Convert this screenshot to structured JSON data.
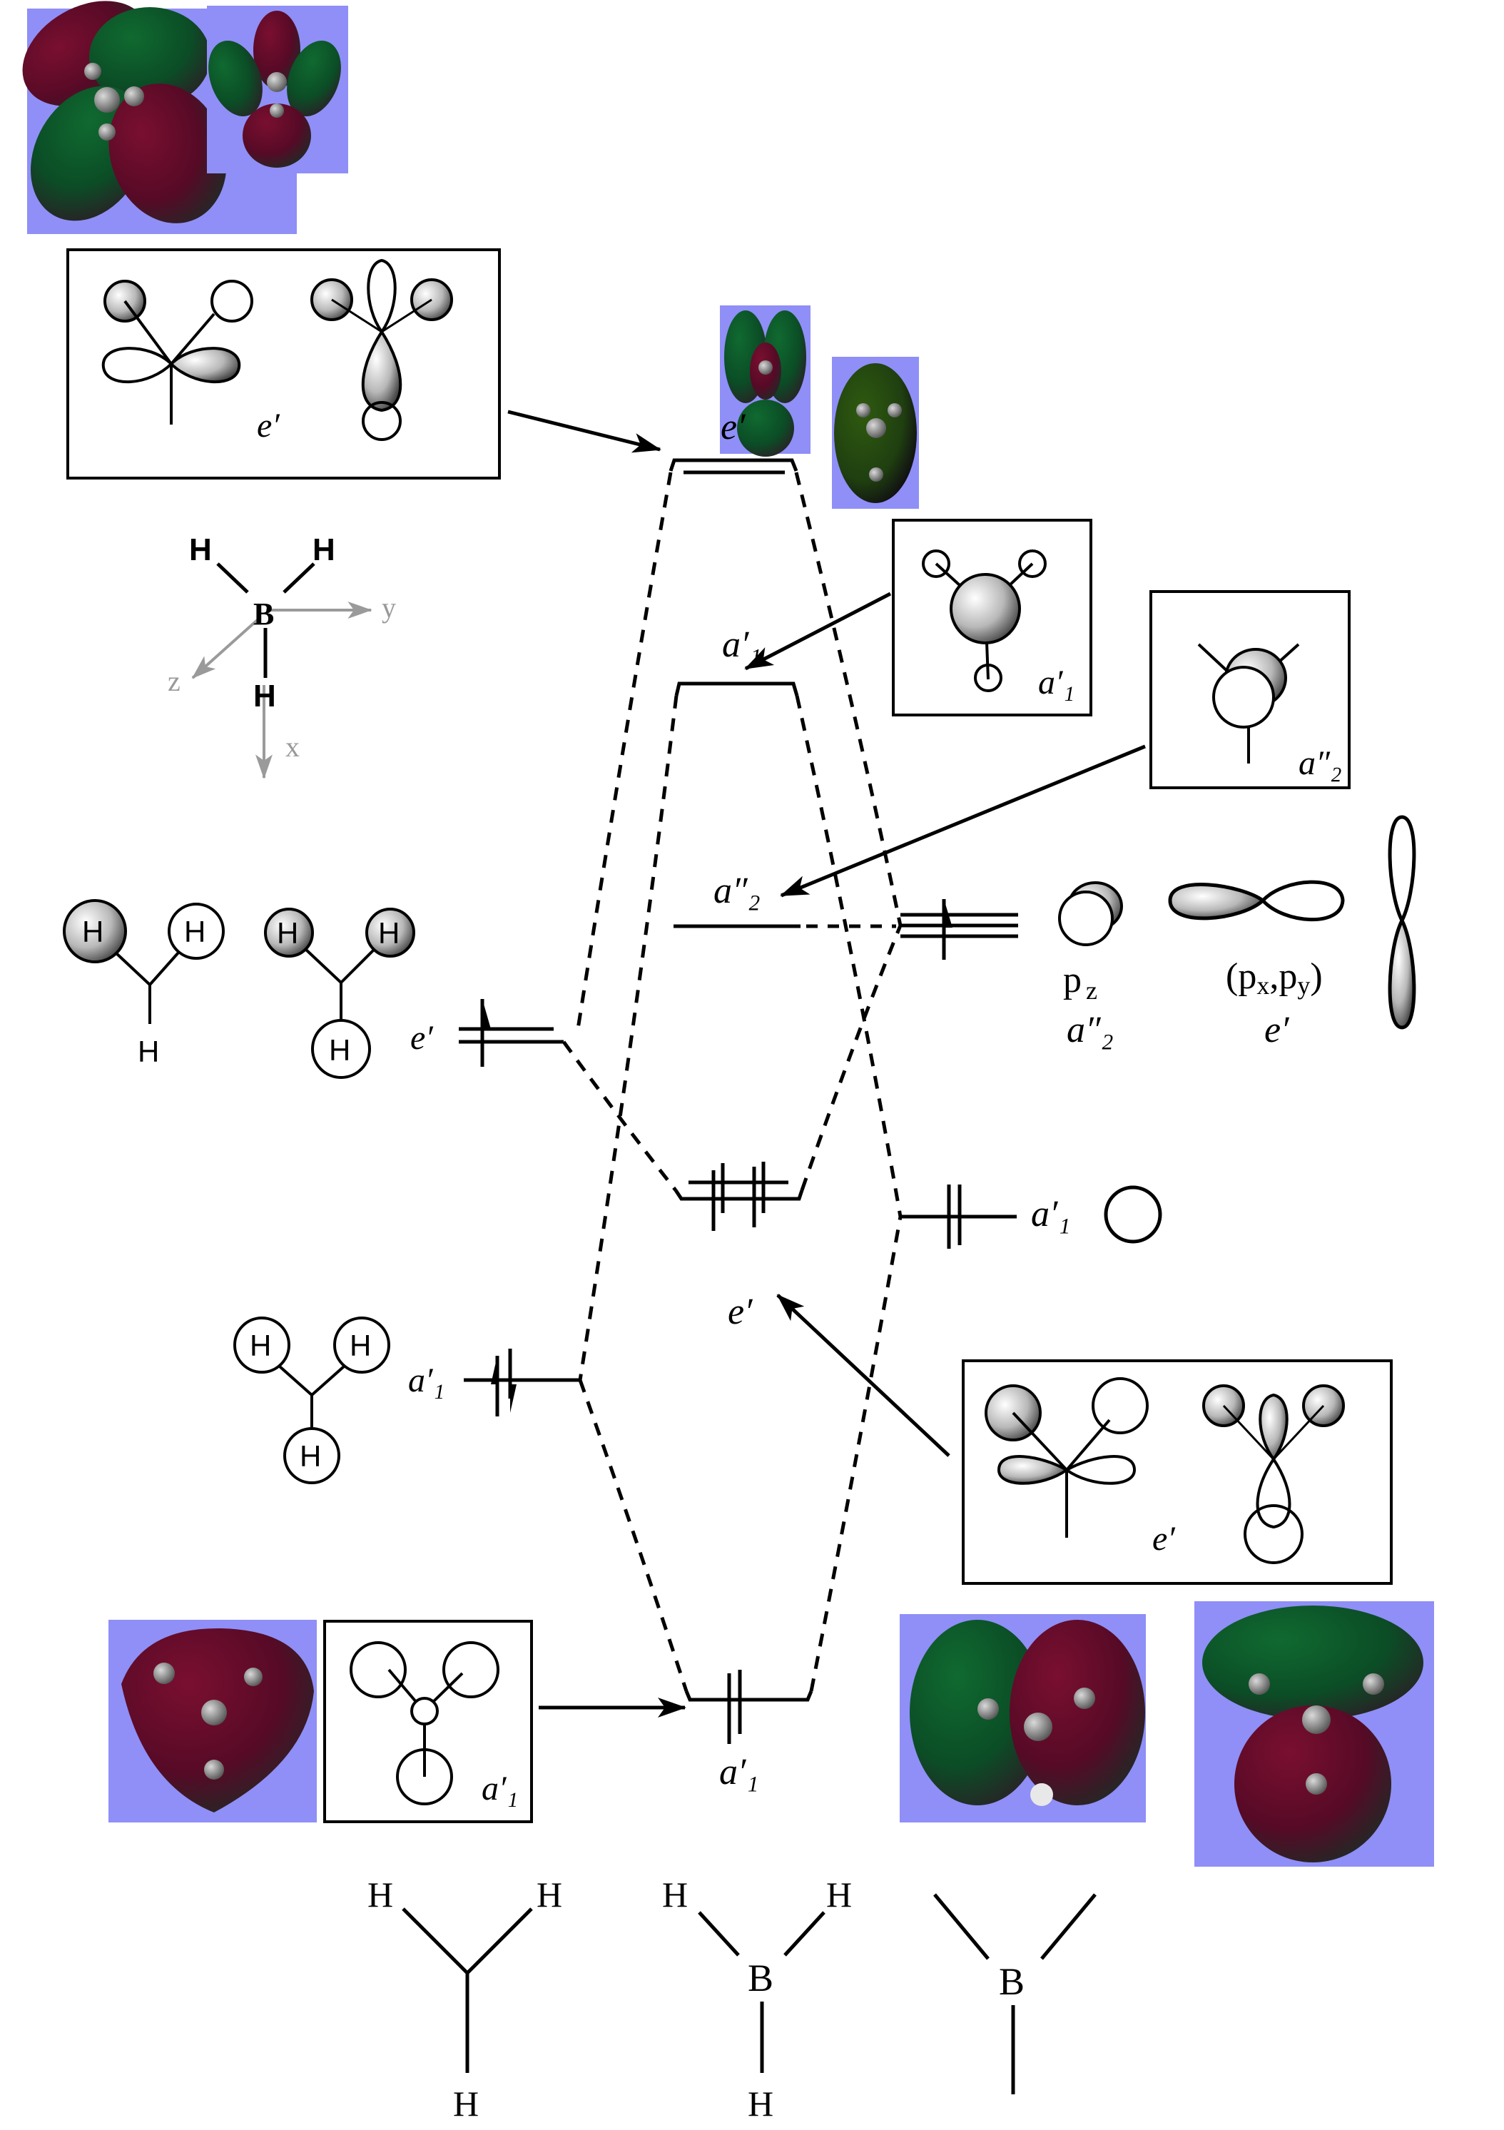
{
  "title": "BH3 molecular orbital diagram",
  "colors": {
    "render_bg": "#8f8ff7",
    "phase_positive": "#6b0a2a",
    "phase_negative": "#0e5a2a",
    "shadow": "#2e2e2e",
    "line": "#000000",
    "axis": "#9a9a9a"
  },
  "axes": {
    "atom_b": "B",
    "atom_h": "H",
    "x_label": "x",
    "y_label": "y",
    "z_label": "z"
  },
  "fragment_left": {
    "name": "H3 fragment orbitals",
    "levels": [
      {
        "id": "h3-e",
        "label": "e′",
        "electrons": "1 (up)"
      },
      {
        "id": "h3-a1",
        "label": "a′₁",
        "electrons": "2 (paired)"
      }
    ],
    "atom_label": "H"
  },
  "fragment_right": {
    "name": "B atomic orbitals",
    "levels": [
      {
        "id": "b-p",
        "label": "p",
        "electrons": "1 (up)"
      },
      {
        "id": "b-s",
        "label": "a′₁",
        "electrons": "2 (paired)"
      }
    ],
    "p_labels": {
      "pz": "p",
      "pz_sub": "z",
      "pz_sym": "a″₂",
      "pxy_open": "(p",
      "px_sub": "x",
      "comma": ",p",
      "py_sub": "y",
      "pxy_close": ")",
      "pxy_sym": "e′"
    }
  },
  "molecule_center": {
    "levels": [
      {
        "id": "mo-e-antibonding",
        "label": "e′",
        "occupancy": 0
      },
      {
        "id": "mo-a1-antibonding",
        "label": "a′₁",
        "occupancy": 0
      },
      {
        "id": "mo-a2-nonbonding",
        "label": "a″₂",
        "occupancy": 0
      },
      {
        "id": "mo-e-bonding",
        "label": "e′",
        "occupancy": 4
      },
      {
        "id": "mo-a1-bonding",
        "label": "a′₁",
        "occupancy": 2
      }
    ]
  },
  "boxes": {
    "e_top": "e′",
    "a1_top": "a′₁",
    "a2": "a″₂",
    "e_bottom": "e′",
    "a1_bottom": "a′₁"
  },
  "structures": {
    "h3": {
      "h": "H"
    },
    "bh3": {
      "b": "B",
      "h": "H"
    },
    "b_frame": {
      "b": "B"
    }
  }
}
